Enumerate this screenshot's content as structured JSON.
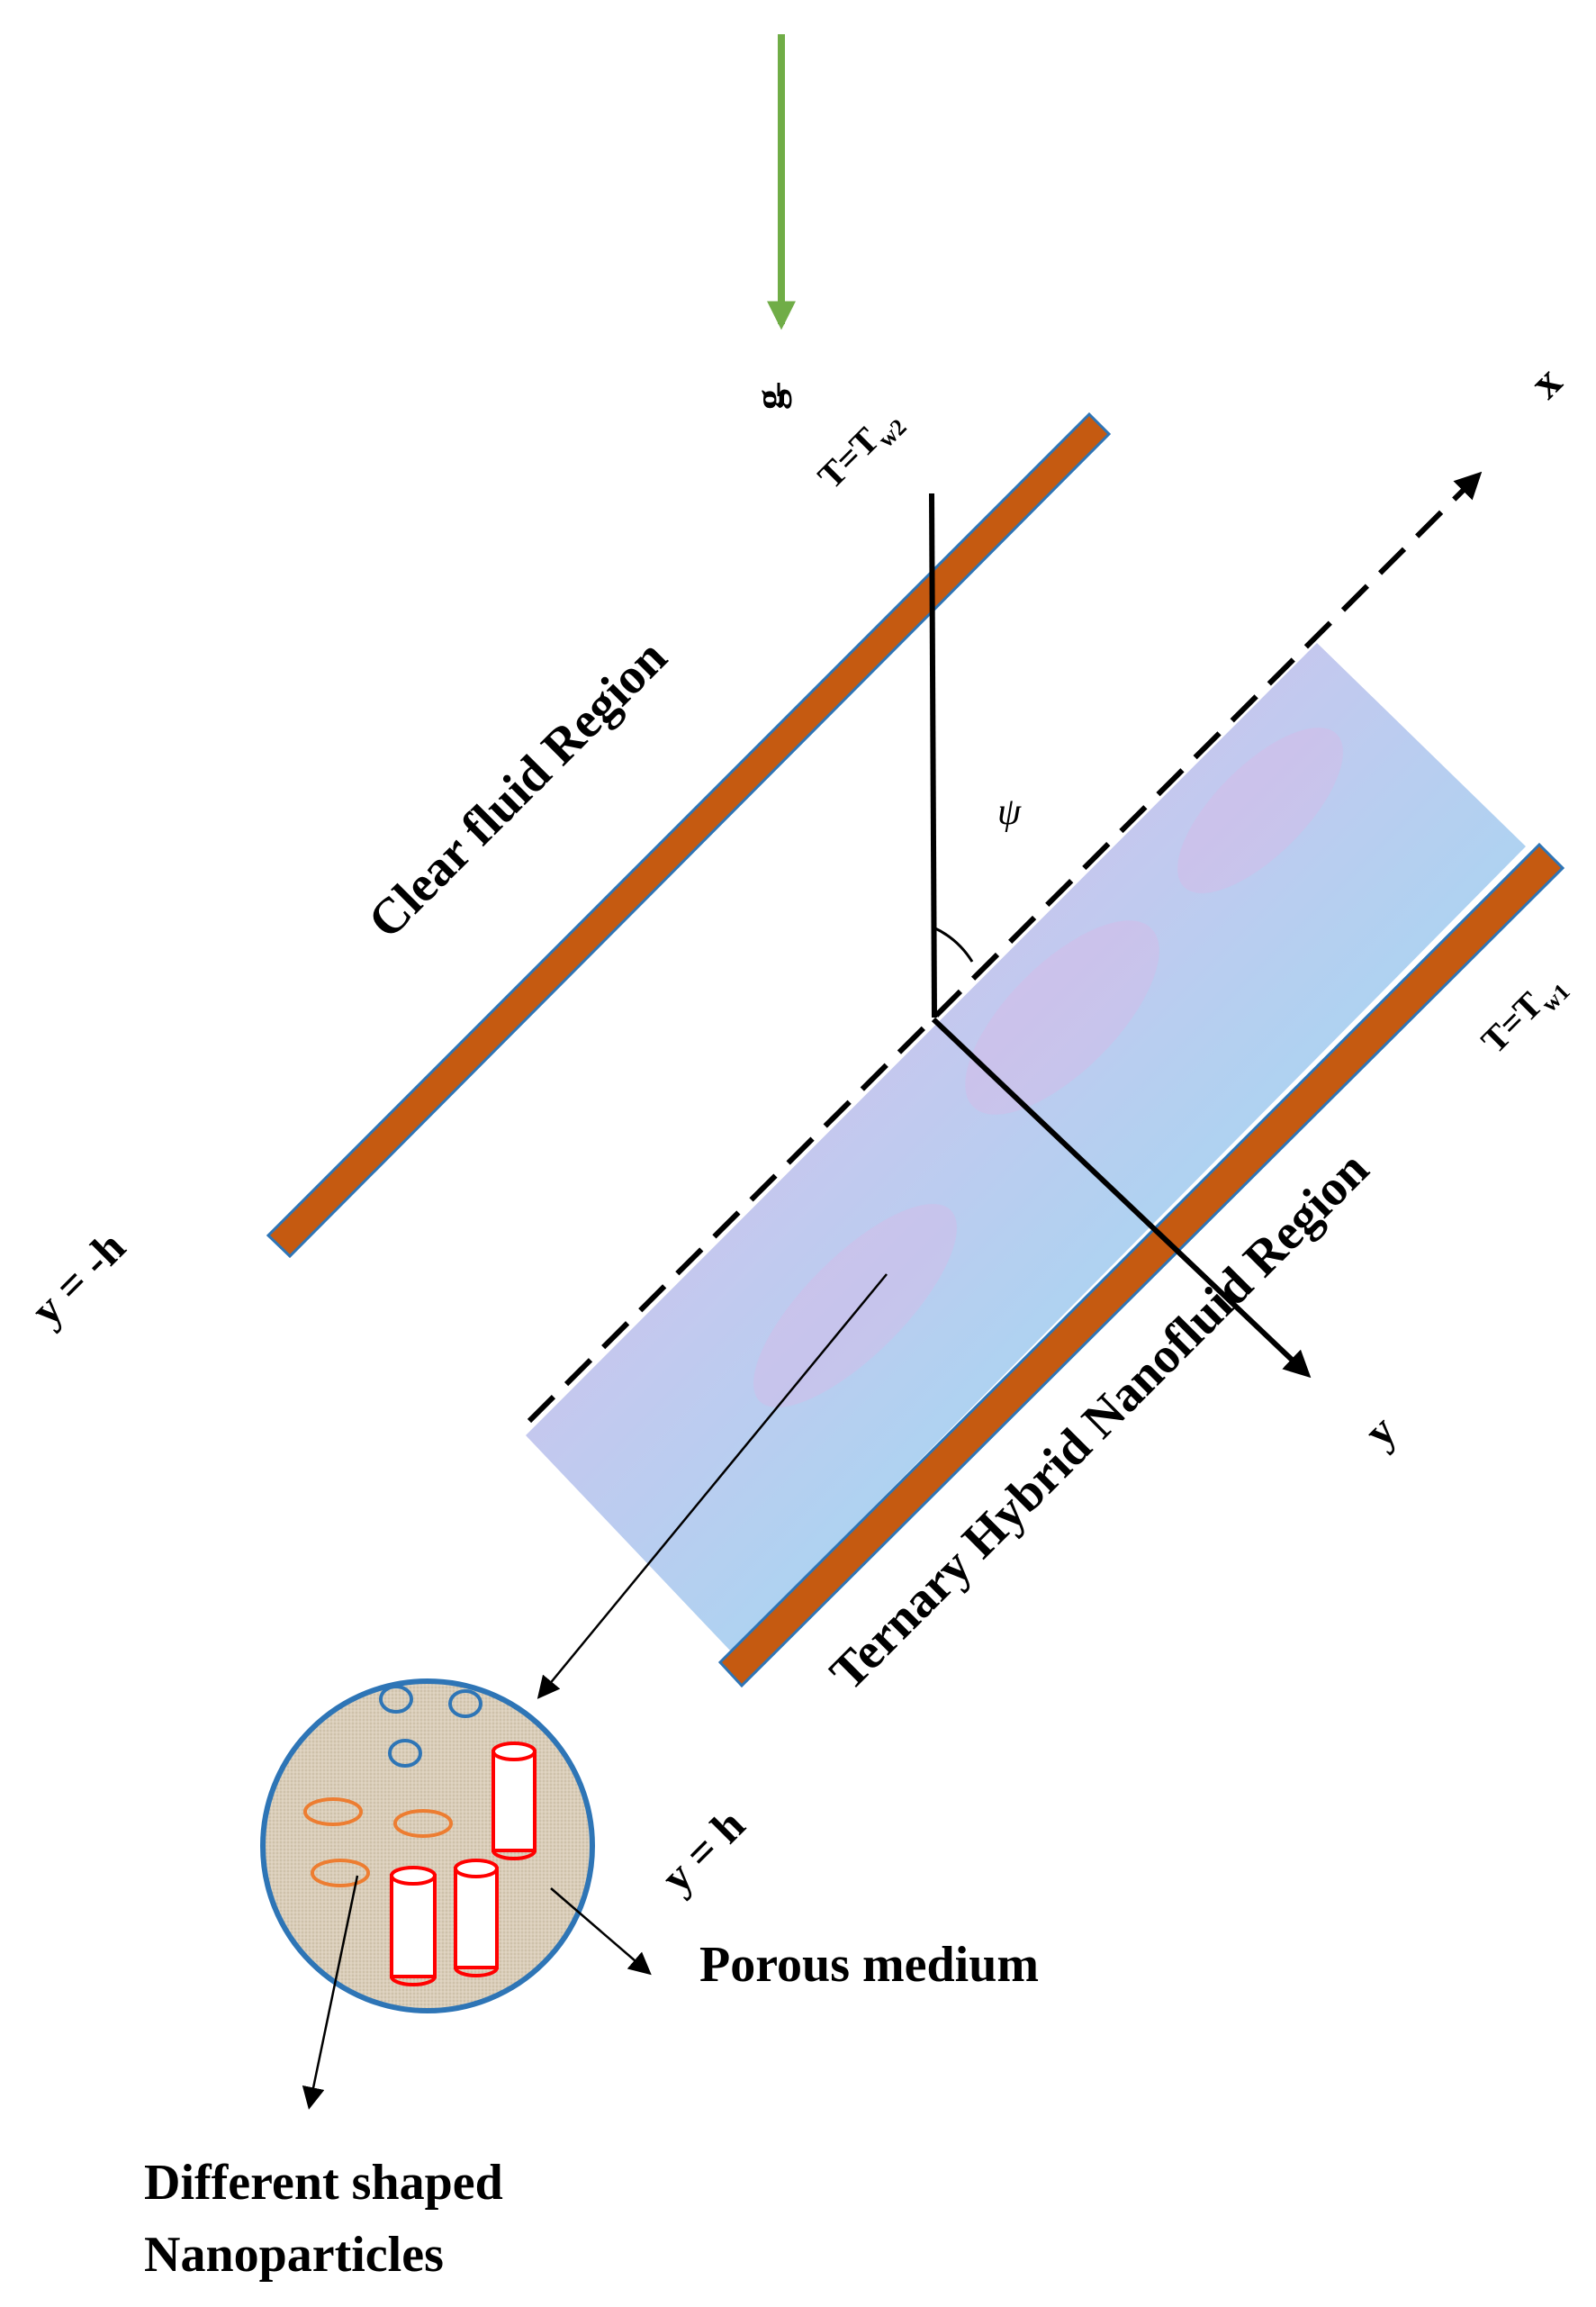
{
  "labels": {
    "gravity": "g",
    "wall_top_temp_main": "T=T",
    "wall_top_temp_sub": "w2",
    "wall_bottom_temp_main": "T=T",
    "wall_bottom_temp_sub": "w1",
    "x_axis": "x",
    "y_axis": "y",
    "angle": "ψ",
    "clear_region": "Clear fluid Region",
    "nanofluid_region": "Ternary Hybrid Nanofluid Region",
    "y_minus_h": "y = -h",
    "y_plus_h": "y = h",
    "porous_medium": "Porous medium",
    "nanoparticles_line1": "Different shaped",
    "nanoparticles_line2": "Nanoparticles"
  },
  "colors": {
    "gravity_arrow": "#70ad47",
    "wall_fill": "#c55a11",
    "wall_edge": "#2e75b6",
    "nanofluid_fill": "#b4d3f0",
    "nanofluid_tint": "#d4b8e8",
    "inset_border": "#2e75b6",
    "inset_fill": "#d9cdb8",
    "sphere_particles": "#2e75b6",
    "platelet_particles": "#ed7d31",
    "cylinder_particles": "#ff0000"
  }
}
